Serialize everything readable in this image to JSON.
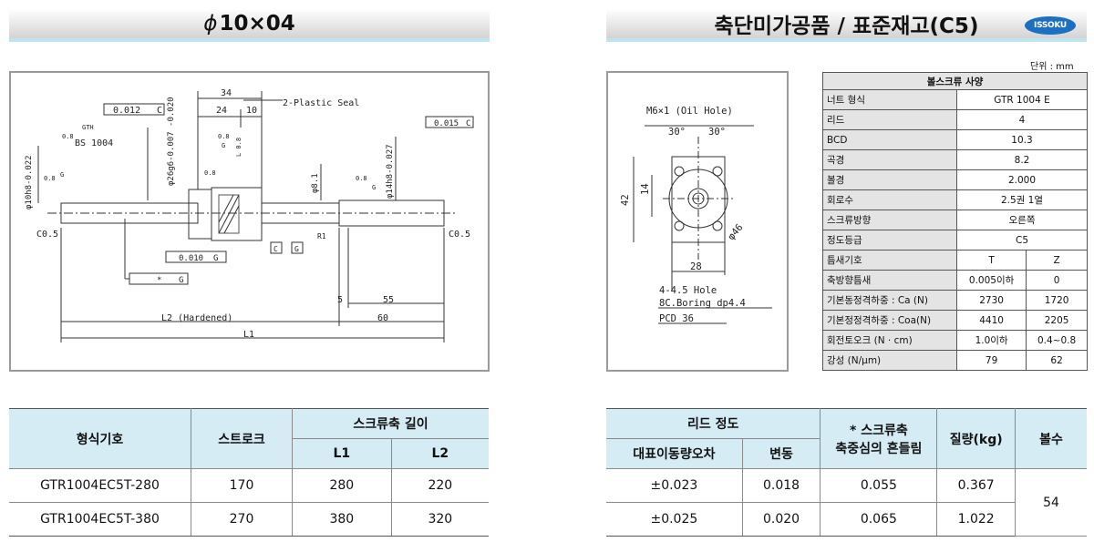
{
  "header_left": {
    "title": "10×04",
    "phi": "ϕ"
  },
  "header_right": {
    "title": "축단미가공품 / 표준재고(C5)",
    "logo": "ISSOKU"
  },
  "unit_label": "단위 : mm",
  "drawing_left": {
    "labels": [
      "0.012",
      "C",
      "34",
      "24",
      "10",
      "2-Plastic Seal",
      "GTH",
      "0.8",
      "BS 1004",
      "C0.5",
      "0.8",
      "G",
      "φ10h8-0.022",
      "φ26g6-0.007 -0.020",
      "0.8",
      "G",
      "0.8",
      "L 0.8",
      "φ8.1",
      "0.015",
      "C",
      "φ14h8-0.027",
      "0.8",
      "G",
      "R1",
      "C0.5",
      "0.010",
      "G",
      "C",
      "G",
      "*",
      "G",
      "5",
      "55",
      "L2 (Hardened)",
      "60",
      "L1"
    ]
  },
  "drawing_right": {
    "labels": [
      "M6×1 (Oil Hole)",
      "30°",
      "30°",
      "42",
      "14",
      "φ46",
      "28",
      "4-4.5 Hole",
      "8C.Boring dp4.4",
      "PCD 36"
    ]
  },
  "spec_table": {
    "title": "볼스크류 사양",
    "rows": [
      {
        "k": "너트 형식",
        "v": "GTR 1004 E"
      },
      {
        "k": "리드",
        "v": "4"
      },
      {
        "k": "BCD",
        "v": "10.3"
      },
      {
        "k": "곡경",
        "v": "8.2"
      },
      {
        "k": "볼경",
        "v": "2.000"
      },
      {
        "k": "회로수",
        "v": "2.5권 1열"
      },
      {
        "k": "스크류방향",
        "v": "오른쪽"
      },
      {
        "k": "정도등급",
        "v": "C5"
      }
    ],
    "rows2": [
      {
        "k": "틈새기호",
        "t": "T",
        "z": "Z"
      },
      {
        "k": "축방향틈새",
        "t": "0.005이하",
        "z": "0"
      },
      {
        "k": "기본동정격하중 : Ca (N)",
        "t": "2730",
        "z": "1720"
      },
      {
        "k": "기본정정격하중 : Coa(N)",
        "t": "4410",
        "z": "2205"
      },
      {
        "k": "회전토오크 (N · cm)",
        "t": "1.0이하",
        "z": "0.4~0.8"
      },
      {
        "k": "강성 (N/μm)",
        "t": "79",
        "z": "62"
      }
    ]
  },
  "product_table": {
    "h_model": "형식기호",
    "h_stroke": "스트로크",
    "h_len": "스크류축 길이",
    "h_l1": "L1",
    "h_l2": "L2",
    "rows": [
      {
        "model": "GTR1004EC5T-280",
        "stroke": "170",
        "l1": "280",
        "l2": "220"
      },
      {
        "model": "GTR1004EC5T-380",
        "stroke": "270",
        "l1": "380",
        "l2": "320"
      }
    ]
  },
  "accuracy_table": {
    "h_lead": "리드 정도",
    "h_rep": "대표이동량오차",
    "h_var": "변동",
    "h_runout_a": "* 스크류축",
    "h_runout_b": "축중심의 흔들림",
    "h_mass": "질량(kg)",
    "h_balls": "볼수",
    "rows": [
      {
        "rep": "±0.023",
        "var": "0.018",
        "runout": "0.055",
        "mass": "0.367"
      },
      {
        "rep": "±0.025",
        "var": "0.020",
        "runout": "0.065",
        "mass": "1.022"
      }
    ],
    "balls": "54"
  }
}
